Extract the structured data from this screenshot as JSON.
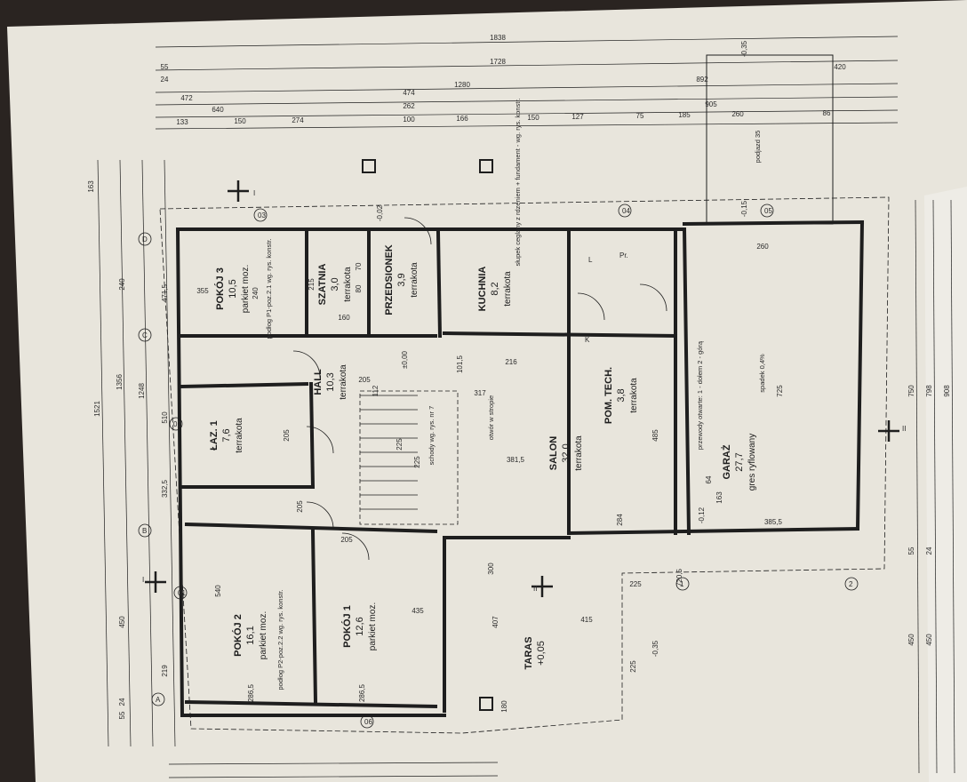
{
  "drawing": {
    "rooms": [
      {
        "name": "POKÓJ 3",
        "area": "10,5",
        "floor": "parkiet moz."
      },
      {
        "name": "SZATNIA",
        "area": "3,0",
        "floor": "terrakota"
      },
      {
        "name": "PRZEDSIONEK",
        "area": "3,9",
        "floor": "terrakota"
      },
      {
        "name": "KUCHNIA",
        "area": "8,2",
        "floor": "terrakota"
      },
      {
        "name": "HALL",
        "area": "10,3",
        "floor": "terrakota"
      },
      {
        "name": "ŁAZ. 1",
        "area": "7,6",
        "floor": "terrakota"
      },
      {
        "name": "POM. TECH.",
        "area": "3,8",
        "floor": "terrakota"
      },
      {
        "name": "SALON",
        "area": "32,0",
        "floor": "terrakota"
      },
      {
        "name": "GARAŻ",
        "area": "27,7",
        "floor": "gres ryflowany"
      },
      {
        "name": "POKÓJ 2",
        "area": "16,1",
        "floor": "parkiet moz."
      },
      {
        "name": "POKÓJ 1",
        "area": "12,6",
        "floor": "parkiet moz."
      },
      {
        "name": "TARAS",
        "area": "+0,05",
        "floor": ""
      }
    ],
    "top_dimensions": [
      "1838",
      "1728",
      "1280",
      "420",
      "892",
      "472",
      "474",
      "640",
      "262",
      "905",
      "133",
      "150",
      "274",
      "100",
      "166",
      "150",
      "127",
      "75",
      "185",
      "260",
      "86",
      "55",
      "24"
    ],
    "left_dimensions": [
      "163",
      "1521",
      "1356",
      "1248",
      "471,5",
      "510",
      "332,5",
      "450",
      "240",
      "219",
      "55",
      "24"
    ],
    "right_dimensions": [
      "750",
      "798",
      "908",
      "450",
      "450",
      "55",
      "24"
    ],
    "interior_dimensions": [
      "355",
      "240",
      "215",
      "160",
      "70",
      "80",
      "216",
      "101,5",
      "112",
      "317",
      "225",
      "225",
      "381,5",
      "485",
      "725",
      "260",
      "163",
      "64",
      "385,5",
      "284",
      "540",
      "435",
      "286,5",
      "286,5",
      "415",
      "407",
      "300",
      "225",
      "225",
      "180",
      "205",
      "205",
      "205",
      "205",
      "720,5"
    ],
    "levels": [
      "±0,00",
      "-0,02",
      "-0,15",
      "-0,35",
      "-0,35",
      "-0,12",
      "+0,05"
    ],
    "notes": [
      "podłog P1-poz.2.1 wg. rys. konstr.",
      "podłog P2-poz.2.2 wg. rys. konstr.",
      "schody wg. rys. nr 7",
      "otwór w stropie",
      "przewody otwarte: 1 - dołem 2 - górą",
      "spadek 0,4%",
      "słupek ceglany z rdzeniem + fundament - wg. rys. konstr.",
      "podjazd 35"
    ],
    "section_marks": [
      "I",
      "I",
      "II",
      "II"
    ],
    "axis_marks": [
      "D",
      "C",
      "B",
      "A",
      "03",
      "04",
      "05",
      "02",
      "01",
      "06",
      "1",
      "2",
      "K",
      "L",
      "Pr."
    ]
  }
}
